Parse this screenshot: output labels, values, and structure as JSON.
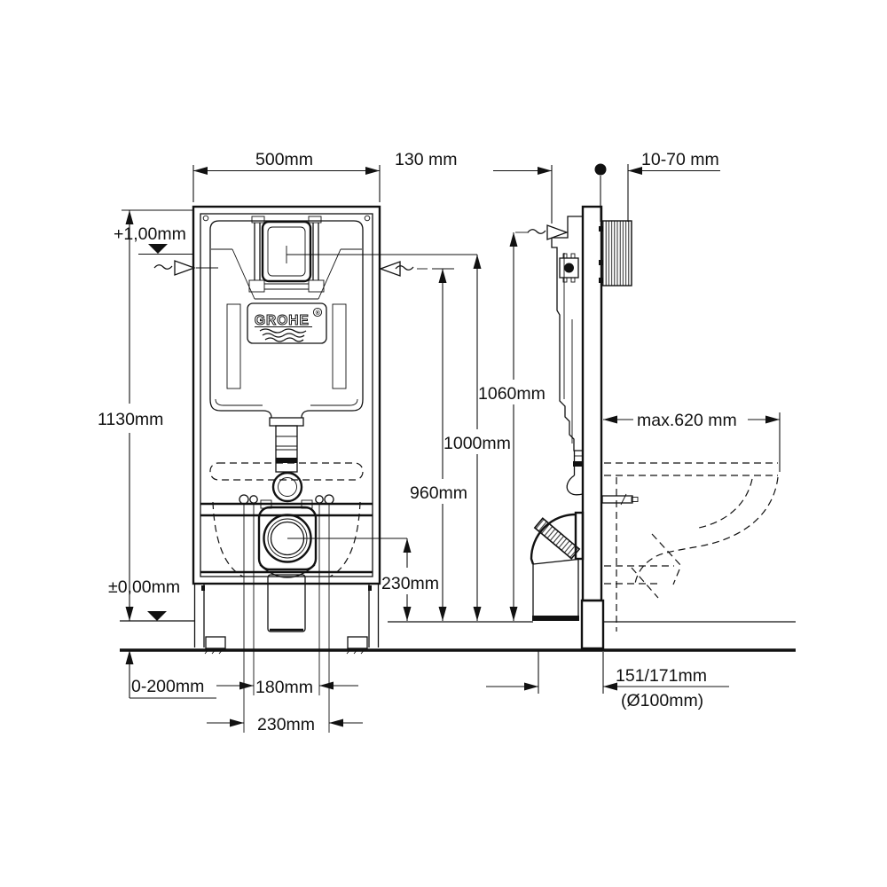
{
  "drawing": {
    "brand": "GROHE",
    "registered": "®",
    "type": "wall-carrier installation dimensions"
  },
  "dimensions": {
    "frame_width": "500mm",
    "depth_130": "130 mm",
    "wall_range": "10-70 mm",
    "level_plus": "+1,00mm",
    "frame_height": "1130mm",
    "h_1060": "1060mm",
    "h_1000": "1000mm",
    "h_960": "960mm",
    "h_230_mid": "230mm",
    "max_depth": "max.620 mm",
    "level_zero": "±0,00mm",
    "floor_range": "0-200mm",
    "bolt_180": "180mm",
    "bolt_230": "230mm",
    "outlet_offset": "151/171mm",
    "outlet_dia": "(Ø100mm)"
  }
}
